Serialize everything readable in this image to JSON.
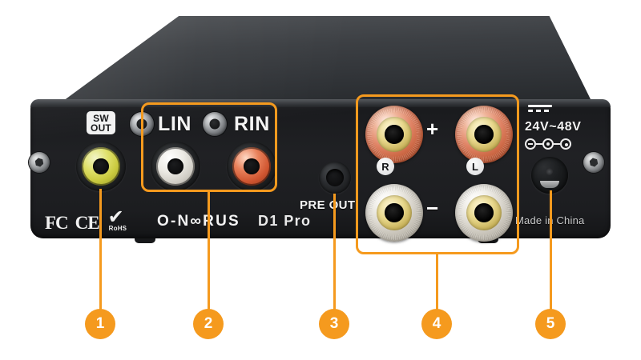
{
  "product": {
    "brand": "O-N∞RUS",
    "model": "D1 Pro",
    "origin": "Made in China"
  },
  "panel": {
    "sw_out": {
      "line1": "SW",
      "line2": "OUT"
    },
    "line_in_left": "LIN",
    "line_in_right": "RIN",
    "pre_out": "PRE OUT",
    "speaker_positive": "+",
    "speaker_negative": "−",
    "channel_right": "R",
    "channel_left": "L",
    "voltage": "24V~48V"
  },
  "certifications": {
    "fcc": "FC",
    "ce": "CE",
    "rohs_mark": "✔",
    "rohs_label": "RoHS"
  },
  "callouts": [
    {
      "number": "1",
      "target": "sw-out-jack"
    },
    {
      "number": "2",
      "target": "rca-line-inputs"
    },
    {
      "number": "3",
      "target": "pre-out-jack"
    },
    {
      "number": "4",
      "target": "speaker-binding-posts"
    },
    {
      "number": "5",
      "target": "dc-power-input"
    }
  ],
  "colors": {
    "accent": "#F59A1E",
    "chassis": "#1f2023",
    "jack_yellow": "#d8d94e",
    "jack_white": "#eceae4",
    "jack_red": "#e8805a"
  }
}
